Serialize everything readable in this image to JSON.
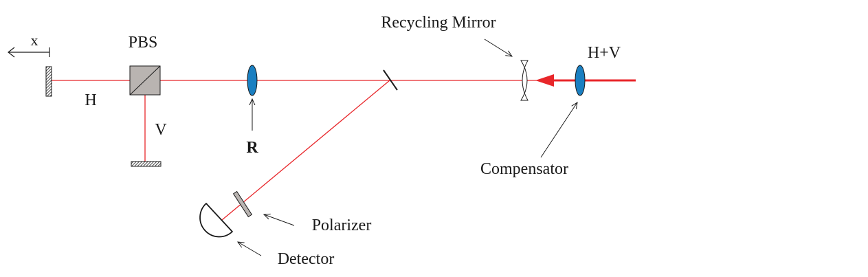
{
  "labels": {
    "x": "x",
    "pbs": "PBS",
    "h": "H",
    "v": "V",
    "r": "R",
    "recycling_mirror": "Recycling Mirror",
    "h_plus_v": "H+V",
    "compensator": "Compensator",
    "polarizer": "Polarizer",
    "detector": "Detector"
  },
  "colors": {
    "beam": "#e8262a",
    "lens_fill": "#1a7fc1",
    "cube_fill": "#b9b4b1",
    "ink": "#1a1a1a"
  }
}
